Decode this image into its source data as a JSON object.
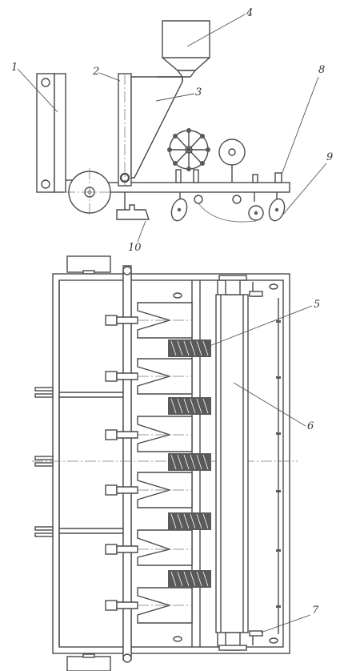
{
  "callouts": {
    "1": "1",
    "2": "2",
    "3": "3",
    "4": "4",
    "5": "5",
    "6": "6",
    "7": "7",
    "8": "8",
    "9": "9",
    "10": "10"
  },
  "colors": {
    "line": "#4a4a4a",
    "label": "#333333",
    "background": "#ffffff"
  }
}
